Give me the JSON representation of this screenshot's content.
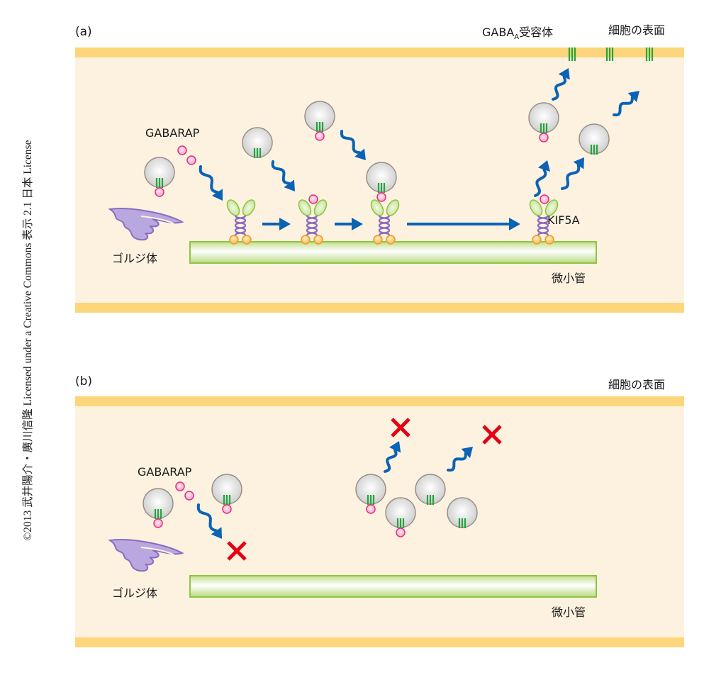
{
  "credit": "©2013 武井陽介・廣川信隆 Licensed under a Creative Commons 表示 2.1 日本 License",
  "colors": {
    "membrane": "#fdd57a",
    "cytoplasm": "#fdf2e0",
    "arrow": "#0a63b5",
    "cross": "#e60012",
    "vesicle_fill": "#e8e8e8",
    "vesicle_stroke": "#9a8f88",
    "receptor": "#22a63c",
    "gabarap_fill": "#f7bcd6",
    "gabarap_stroke": "#e0307f",
    "kif5a_coil": "#8a6cc0",
    "kif5a_head": "#cfe8a8",
    "kif5a_foot": "#f8c060",
    "microtubule": "#8cc63f",
    "golgi": "#b9a8e0"
  },
  "panel_a": {
    "label": "(a)",
    "receptor_label_main": "GABA",
    "receptor_label_sub": "A",
    "receptor_label_tail": "受容体",
    "surface_label": "細胞の表面",
    "gabarap_label": "GABARAP",
    "kif5a_label": "KIF5A",
    "golgi_label": "ゴルジ体",
    "microtubule_label": "微小管"
  },
  "panel_b": {
    "label": "(b)",
    "surface_label": "細胞の表面",
    "gabarap_label": "GABARAP",
    "golgi_label": "ゴルジ体",
    "microtubule_label": "微小管"
  }
}
